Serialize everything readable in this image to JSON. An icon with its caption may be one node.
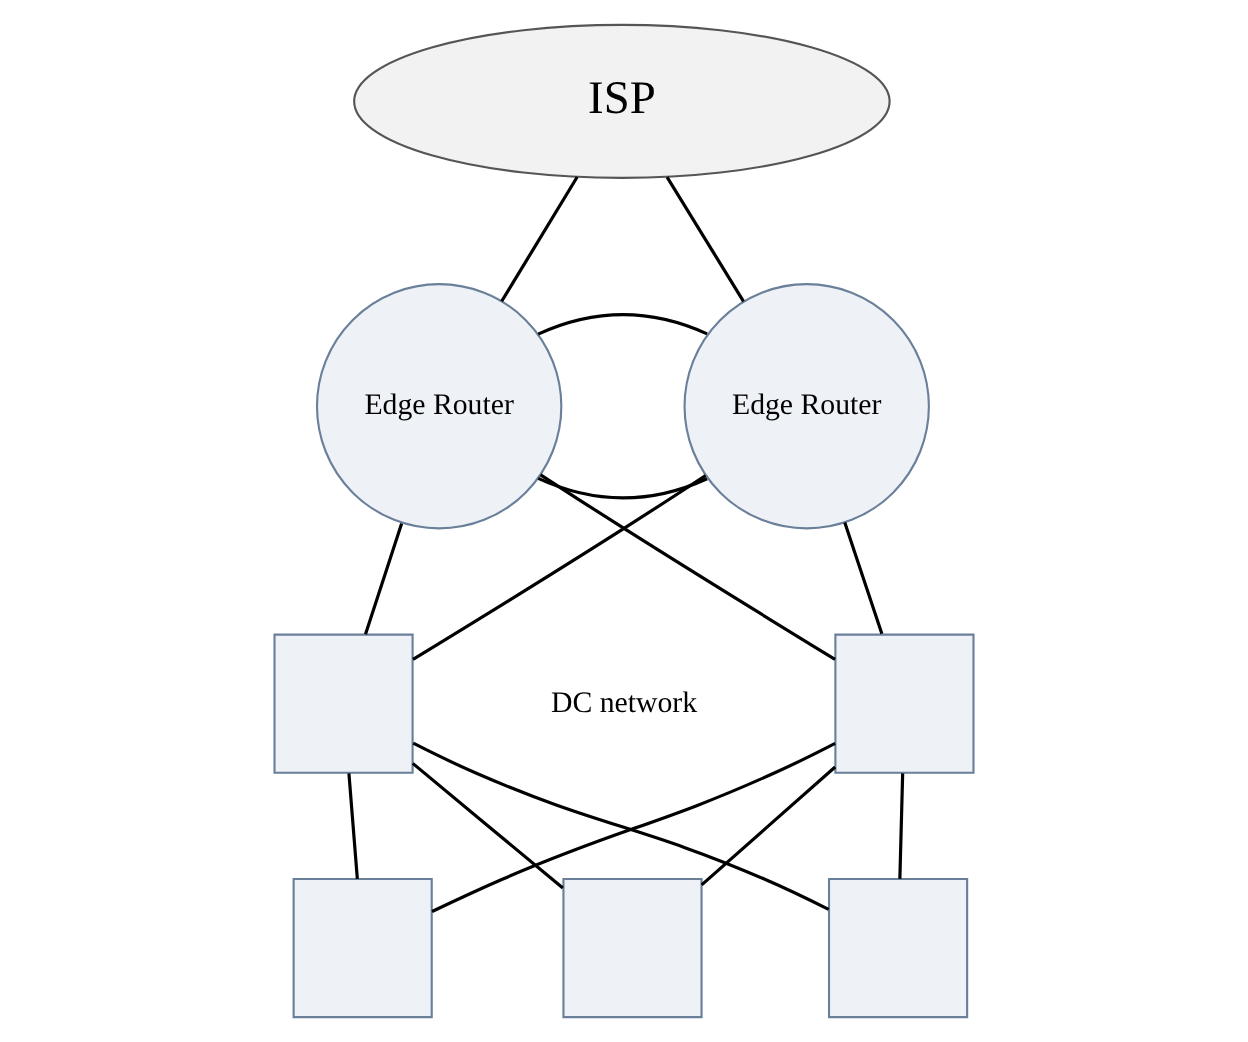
{
  "diagram": {
    "nodes": [
      {
        "text": [
          "ISP"
        ]
      },
      {
        "text": [
          "Edge Router"
        ]
      },
      {
        "text": [
          "Edge Router"
        ]
      },
      {
        "text": [],
        "shape": "box"
      },
      {
        "text": [],
        "shape": "box"
      },
      {
        "text": [],
        "shape": "box"
      },
      {
        "text": [],
        "shape": "box"
      },
      {
        "text": [],
        "shape": "box"
      }
    ],
    "edges": [
      {
        "from": 0,
        "to": 1,
        "arrow": "none"
      },
      {
        "from": 0,
        "to": 2,
        "arrow": "none"
      },
      {
        "from": 1,
        "to": 2,
        "arrow": "none"
      },
      {
        "from": 1,
        "to": 2,
        "arrow": "none"
      },
      {
        "from": 1,
        "to": 3,
        "arrow": "none"
      },
      {
        "from": 1,
        "to": 4,
        "arrow": "none"
      },
      {
        "from": 2,
        "to": 3,
        "arrow": "none"
      },
      {
        "from": 2,
        "to": 4,
        "arrow": "none"
      },
      {
        "from": 3,
        "to": 5,
        "arrow": "none"
      },
      {
        "from": 3,
        "to": 6,
        "arrow": "none"
      },
      {
        "from": 3,
        "to": 7,
        "arrow": "none"
      },
      {
        "from": 4,
        "to": 5,
        "arrow": "none"
      },
      {
        "from": 4,
        "to": 6,
        "arrow": "none"
      },
      {
        "from": 4,
        "to": 7,
        "arrow": "none"
      }
    ],
    "labels": [
      "DC network"
    ]
  }
}
